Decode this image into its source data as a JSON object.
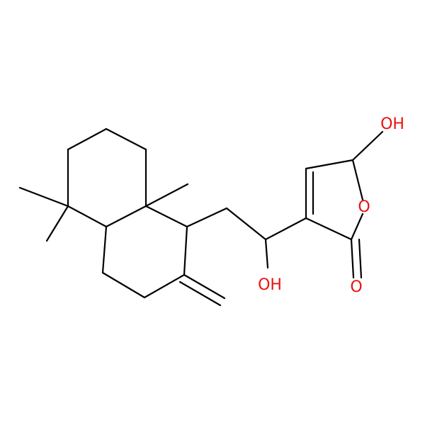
{
  "diagram": {
    "type": "skeletal-structure",
    "atom_labels": {
      "oh_top": "OH",
      "ring_o": "O",
      "oh_side": "OH",
      "carbonyl_o": "O"
    },
    "colors": {
      "bond": "#000000",
      "heteroatom": "#e8120f",
      "background": "#ffffff"
    }
  }
}
